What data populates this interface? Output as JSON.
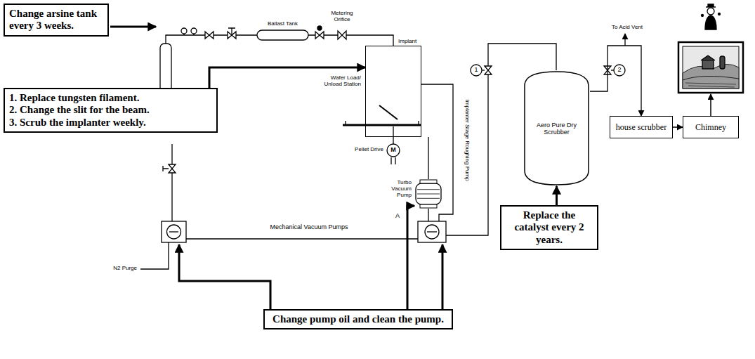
{
  "diagram": {
    "nodes": [
      {
        "text": [
          "Change arsine tank every 3 weeks."
        ]
      },
      {
        "text": [
          "Ballast Tank"
        ]
      },
      {
        "text": [
          "Implant"
        ]
      },
      {
        "text": [
          "1. Replace tungsten filament.",
          "2. Change the slit for the beam.",
          "3. Scrub the implanter weekly."
        ]
      },
      {
        "text": [
          "Aero Pure Dry Scrubber"
        ]
      },
      {
        "text": [
          "house scrubber"
        ]
      },
      {
        "text": [
          "Chimney"
        ]
      },
      {
        "text": [
          "Turbo Vacuum Pump"
        ]
      },
      {
        "text": [
          "Replace the catalyst every 2 years."
        ]
      },
      {
        "text": [
          "Change pump oil and clean the pump."
        ]
      }
    ],
    "edges": [
      {
        "from": 3,
        "to": 2,
        "arrow": "to"
      },
      {
        "from": 9,
        "to": 7,
        "arrow": "to"
      },
      {
        "from": 8,
        "to": 4,
        "arrow": "to"
      },
      {
        "from": 4,
        "to": 5,
        "arrow": "to"
      },
      {
        "from": 5,
        "to": 6,
        "arrow": "to"
      }
    ],
    "labels": [
      "Metering Orifice",
      "To Acid Vent",
      "Wafer Load/ Unload Station",
      "Pellet Drive",
      "M",
      "Implanter Stage Roughing Pump",
      "A",
      "Mechanical Vacuum Pumps",
      "N2 Purge",
      "1",
      "2"
    ]
  }
}
